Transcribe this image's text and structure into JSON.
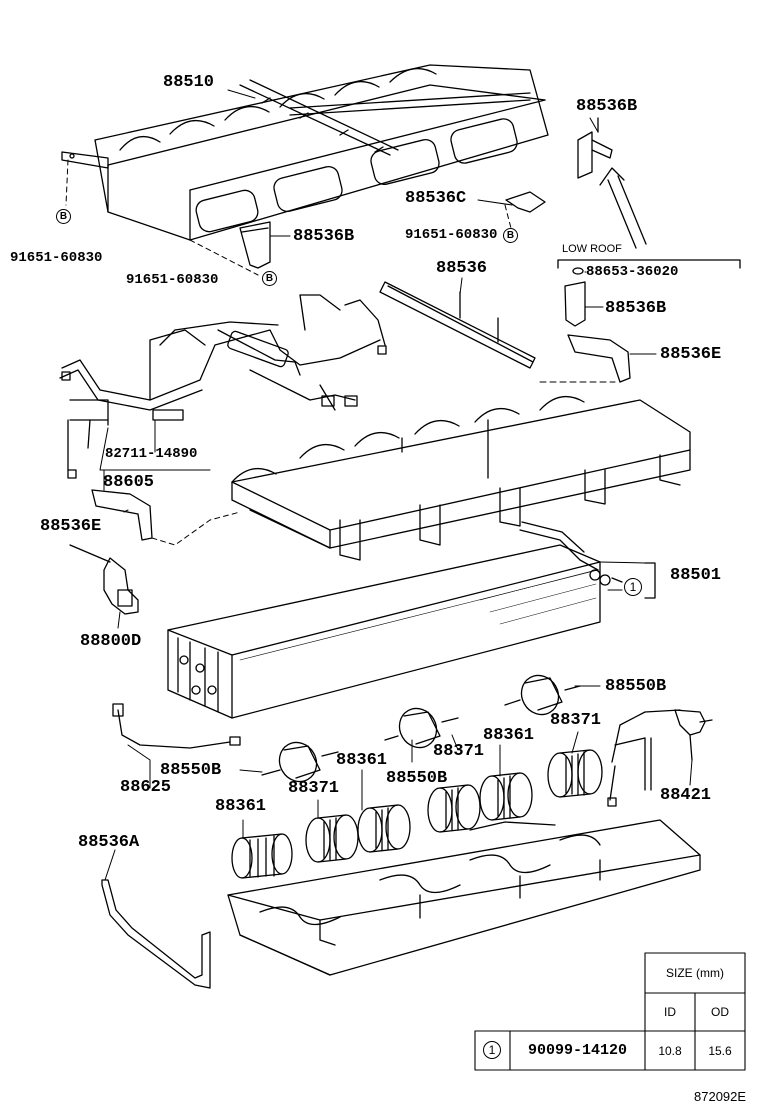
{
  "parts": {
    "p88510": "88510",
    "p88536B_top": "88536B",
    "p88536C": "88536C",
    "p91651_left": "91651-60830",
    "p88536B_mid": "88536B",
    "p91651_mid": "91651-60830",
    "p91651_bottom": "91651-60830",
    "low_roof": "LOW ROOF",
    "p88536": "88536",
    "p88653": "88653-36020",
    "p88536B_right": "88536B",
    "p88536E_right": "88536E",
    "p82711": "82711-14890",
    "p88605": "88605",
    "p88536E_left": "88536E",
    "p88501": "88501",
    "p88800D": "88800D",
    "p88550B_top": "88550B",
    "p88371_a": "88371",
    "p88361_a": "88361",
    "p88371_b": "88371",
    "p88550B_left": "88550B",
    "p88361_b": "88361",
    "p88550B_mid": "88550B",
    "p88625": "88625",
    "p88421": "88421",
    "p88361_c": "88361",
    "p88371_c": "88371",
    "p88536A": "88536A"
  },
  "marks": {
    "circle_b": "B",
    "circle_1": "1"
  },
  "table": {
    "size_header": "SIZE (mm)",
    "col_id": "ID",
    "col_od": "OD",
    "row_ref": "1",
    "row_part": "90099-14120",
    "row_id": "10.8",
    "row_od": "15.6"
  },
  "figure_id": "872092E"
}
